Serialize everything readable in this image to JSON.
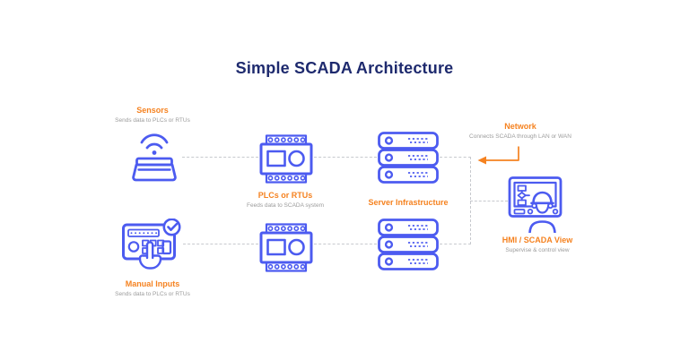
{
  "title": "Simple SCADA Architecture",
  "colors": {
    "icon_blue": "#4C5BF0",
    "title_navy": "#1E2A6E",
    "label_orange": "#F58220",
    "description_gray": "#9B9B9B",
    "connector_gray": "#C7C9CE"
  },
  "nodes": {
    "sensors": {
      "label": "Sensors",
      "description": "Sends data to PLCs or RTUs",
      "icon": "wireless-sensor-icon"
    },
    "manual_inputs": {
      "label": "Manual Inputs",
      "description": "Sends data to PLCs or RTUs",
      "icon": "control-panel-hand-icon"
    },
    "plcs": {
      "label": "PLCs or RTUs",
      "description": "Feeds data to SCADA system",
      "icon": "plc-module-icon"
    },
    "servers": {
      "label": "Server Infrastructure",
      "icon": "server-rack-icon"
    },
    "network": {
      "label": "Network",
      "description": "Connects SCADA through LAN or WAN",
      "icon": "network-arrow-icon"
    },
    "hmi": {
      "label": "HMI / SCADA View",
      "description": "Supervise & control view",
      "icon": "operator-monitor-icon"
    }
  }
}
